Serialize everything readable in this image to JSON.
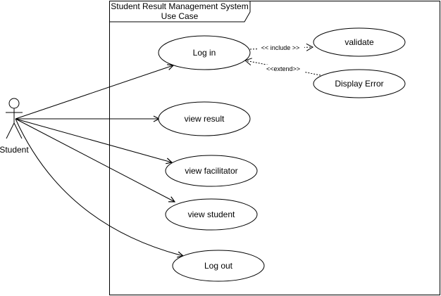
{
  "system": {
    "title_line1": "Student Result Management System",
    "title_line2": "Use Case"
  },
  "actor": {
    "label": "Student"
  },
  "use_cases": {
    "login": "Log in",
    "validate": "validate",
    "display_error": "Display Error",
    "view_result": "view result",
    "view_facilitator": "view facilitator",
    "view_student": "view student",
    "logout": "Log out"
  },
  "relations": {
    "include": "<< include >>",
    "extend": "<<extend>>"
  },
  "colors": {
    "stroke": "#000000",
    "fill": "#ffffff"
  }
}
